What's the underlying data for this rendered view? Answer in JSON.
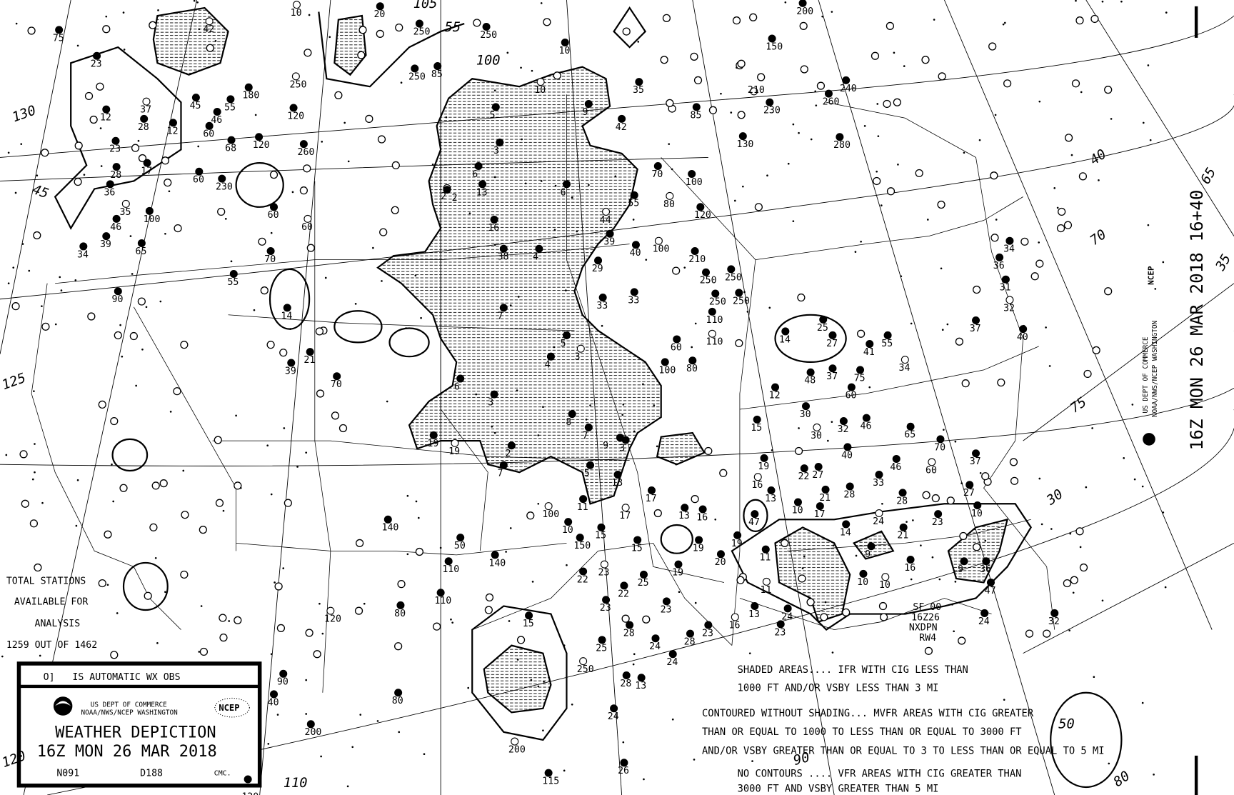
{
  "chart_title": "WEATHER DEPICTION",
  "valid_time": "16Z MON  26 MAR 2018",
  "side_title": "16Z MON  26 MAR 2018 16+40",
  "agency": {
    "line1": "US DEPT OF COMMERCE",
    "line2": "NOAA/NWS/NCEP WASHINGTON",
    "logo_text": "NCEP"
  },
  "legend": {
    "automatic_obs": "IS AUTOMATIC WX OBS",
    "automatic_symbol": "O]",
    "codes": [
      "N091",
      "D188",
      "CMC."
    ]
  },
  "station_count": {
    "line1": "TOTAL STATIONS",
    "line2": "AVAILABLE FOR",
    "line3": "ANALYSIS",
    "line4": "1259 OUT OF 1462"
  },
  "notes": [
    "SHADED AREAS.... IFR WITH CIG LESS THAN",
    "1000 FT AND/OR VSBY LESS THAN 3 MI",
    "CONTOURED WITHOUT SHADING... MVFR AREAS WITH CIG GREATER",
    "THAN OR EQUAL TO 1000 TO LESS THAN OR EQUAL TO 3000 FT",
    "AND/OR VSBY GREATER THAN OR EQUAL TO 3 TO LESS THAN OR EQUAL TO 5 MI",
    "NO CONTOURS .... VFR AREAS WITH CIG GREATER THAN",
    "3000 FT AND VSBY GREATER THAN 5 MI"
  ],
  "product_id": [
    "SF 00",
    "16Z26",
    "NXDPN",
    "RW4"
  ],
  "grid_labels": [
    "130",
    "45",
    "125",
    "120",
    "110",
    "105",
    "100",
    "55",
    "40",
    "70",
    "75",
    "30",
    "65",
    "35",
    "80",
    "90",
    "50"
  ],
  "stations": [
    "75",
    "23",
    "12",
    "37",
    "28",
    "12",
    "23",
    "28",
    "17",
    "36",
    "35",
    "46",
    "100",
    "34",
    "39",
    "65",
    "90",
    "42",
    "45",
    "46",
    "60",
    "68",
    "120",
    "260",
    "250",
    "120",
    "180",
    "55",
    "60",
    "230",
    "60",
    "60",
    "70",
    "55",
    "14",
    "21",
    "39",
    "70",
    "10",
    "20",
    "250",
    "250",
    "85",
    "250",
    "10",
    "10",
    "9",
    "42",
    "35",
    "85",
    "130",
    "230",
    "210",
    "260",
    "240",
    "280",
    "150",
    "200",
    "100",
    "80",
    "120",
    "210",
    "250",
    "250",
    "250",
    "250",
    "100",
    "40",
    "33",
    "33",
    "60",
    "100",
    "80",
    "110",
    "110",
    "14",
    "25",
    "27",
    "41",
    "55",
    "34",
    "48",
    "37",
    "75",
    "60",
    "37",
    "40",
    "32",
    "31",
    "36",
    "34",
    "12",
    "15",
    "30",
    "30",
    "32",
    "46",
    "65",
    "70",
    "40",
    "46",
    "60",
    "37",
    "33",
    "28",
    "27",
    "10",
    "23",
    "24",
    "14",
    "21",
    "28",
    "22",
    "27",
    "19",
    "16",
    "13",
    "10",
    "17",
    "47",
    "11",
    "19",
    "11",
    "19",
    "20",
    "19",
    "16",
    "13",
    "17",
    "17",
    "15",
    "15",
    "11",
    "10",
    "150",
    "22",
    "23",
    "22",
    "25",
    "23",
    "23",
    "28",
    "25",
    "250",
    "28",
    "13",
    "24",
    "24",
    "28",
    "23",
    "16",
    "13",
    "23",
    "24",
    "24",
    "26",
    "115",
    "200",
    "15",
    "80",
    "40",
    "200",
    "90",
    "120",
    "120",
    "80",
    "110",
    "110",
    "140",
    "140",
    "50",
    "100",
    "24",
    "32",
    "9",
    "36",
    "47",
    "16",
    "10",
    "10",
    "21",
    "9",
    "5",
    "6",
    "3",
    "2",
    "13",
    "16",
    "38",
    "4",
    "7",
    "5",
    "3",
    "6",
    "2",
    "4",
    "3",
    "8",
    "19",
    "19",
    "7",
    "5",
    "7",
    "3",
    "2",
    "6",
    "44",
    "29",
    "55",
    "70",
    "39",
    "9",
    "13"
  ]
}
